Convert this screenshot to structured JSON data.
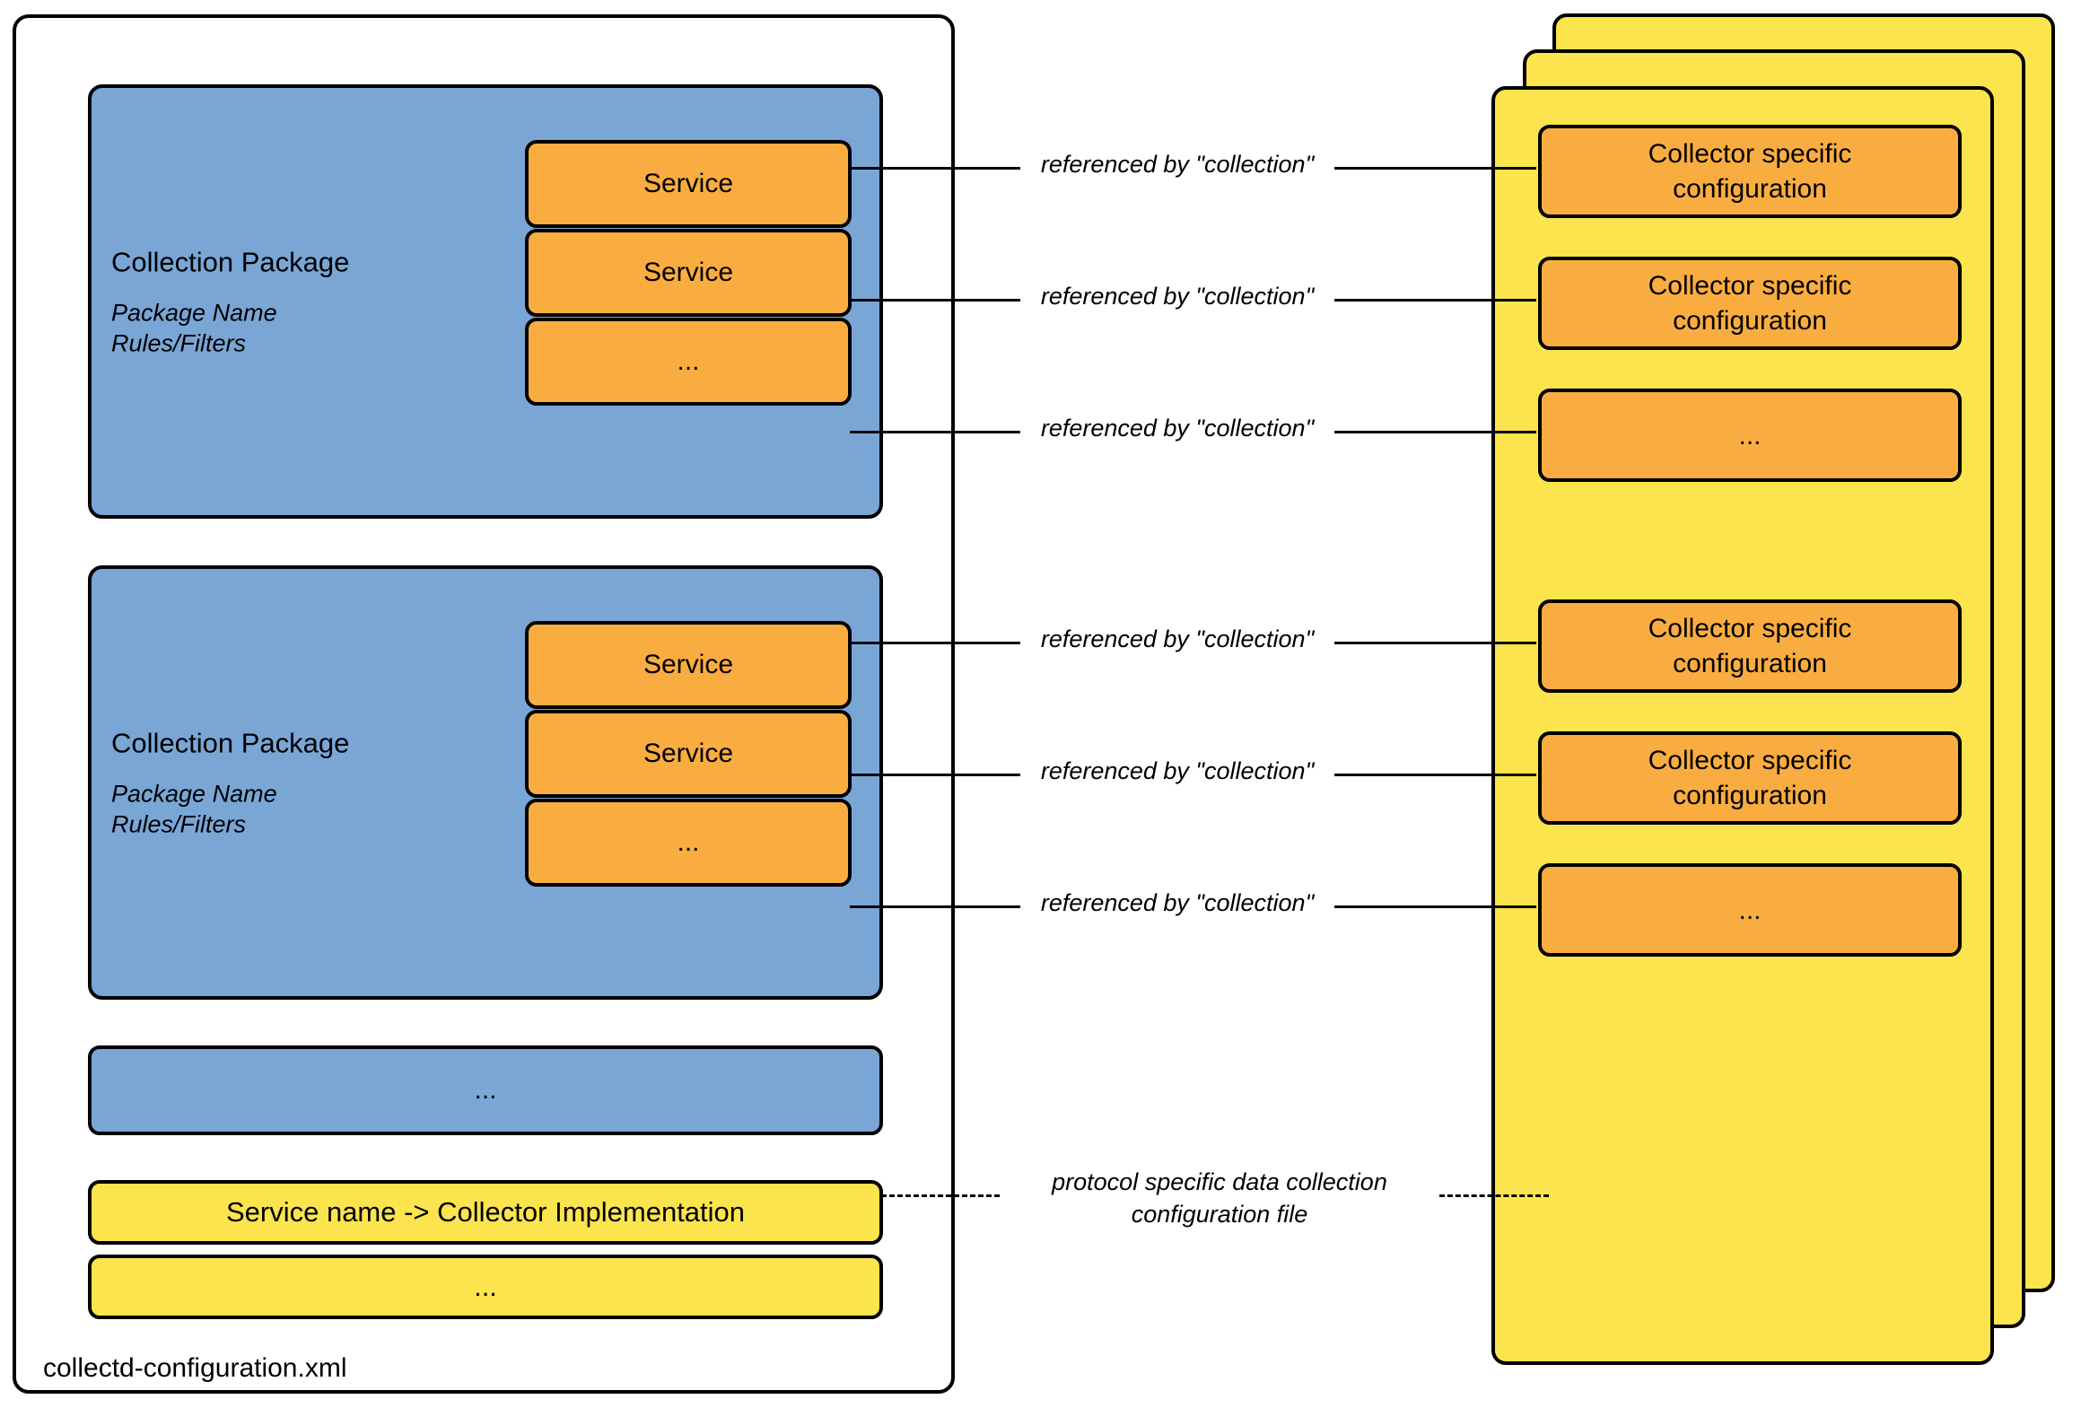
{
  "diagram": {
    "file_container": {
      "label": "collectd-configuration.xml"
    },
    "packages": [
      {
        "title": "Collection Package",
        "sub_line1": "Package Name",
        "sub_line2": "Rules/Filters",
        "services": [
          "Service",
          "Service",
          "..."
        ]
      },
      {
        "title": "Collection Package",
        "sub_line1": "Package Name",
        "sub_line2": "Rules/Filters",
        "services": [
          "Service",
          "Service",
          "..."
        ]
      }
    ],
    "package_more": "...",
    "mappings": [
      "Service name -> Collector Implementation",
      "..."
    ],
    "connector_labels": [
      "referenced by \"collection\"",
      "referenced by \"collection\"",
      "referenced by \"collection\"",
      "referenced by \"collection\"",
      "referenced by \"collection\"",
      "referenced by \"collection\""
    ],
    "dashed_note": {
      "line1": "protocol specific data collection",
      "line2": "configuration file"
    },
    "collector_panel": {
      "entries": [
        "Collector specific configuration",
        "Collector specific configuration",
        "...",
        "Collector specific configuration",
        "Collector specific configuration",
        "..."
      ],
      "entries_split": [
        {
          "line1": "Collector specific",
          "line2": "configuration"
        },
        {
          "line1": "Collector specific",
          "line2": "configuration"
        },
        {
          "line1": "...",
          "line2": ""
        },
        {
          "line1": "Collector specific",
          "line2": "configuration"
        },
        {
          "line1": "Collector specific",
          "line2": "configuration"
        },
        {
          "line1": "...",
          "line2": ""
        }
      ]
    },
    "colors": {
      "package_blue": "#7aa6d6",
      "service_orange": "#f9ad41",
      "panel_yellow": "#fbe44d",
      "stroke_black": "#000000",
      "background_white": "#ffffff"
    }
  }
}
